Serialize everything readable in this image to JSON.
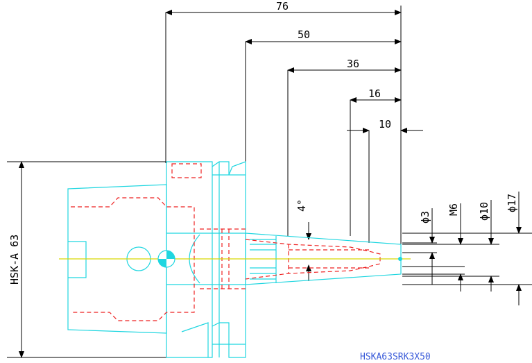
{
  "dimensions": {
    "d76": "76",
    "d50": "50",
    "d36": "36",
    "d16": "16",
    "d10": "10",
    "d3": "ϕ3",
    "dM6": "M6",
    "d10dia": "ϕ10",
    "d17": "ϕ17",
    "angle": "4°",
    "hsk": "HSK-A 63"
  },
  "part_code": "HSKA63SRK3X50",
  "colors": {
    "outline": "#1fd6e0",
    "hidden": "#e22222",
    "centerline": "#d6d600",
    "dimension": "#000000",
    "label": "#3a5bd9"
  }
}
